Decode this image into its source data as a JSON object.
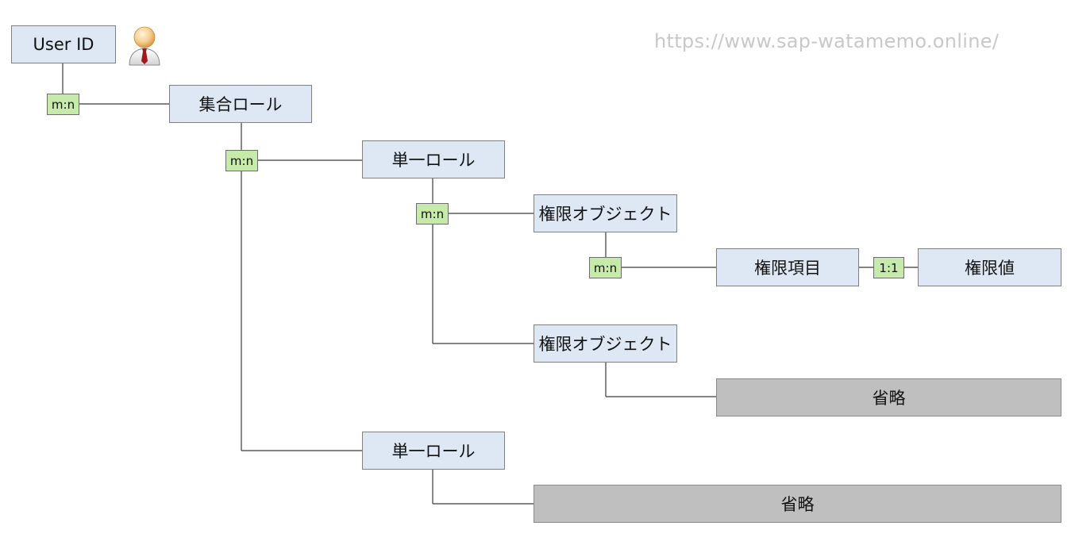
{
  "watermark": "https://www.sap-watamemo.online/",
  "user": {
    "label": "User ID",
    "icon": "user-person-icon"
  },
  "nodes": {
    "composite_role": "集合ロール",
    "single_role_1": "単一ロール",
    "auth_object_1": "権限オブジェクト",
    "auth_field": "権限項目",
    "auth_value": "権限値",
    "auth_object_2": "権限オブジェクト",
    "omitted_1": "省略",
    "single_role_2": "単一ロール",
    "omitted_2": "省略"
  },
  "cardinality": {
    "user_composite": "m:n",
    "composite_single": "m:n",
    "single_object": "m:n",
    "object_field": "m:n",
    "field_value": "1:1"
  },
  "colors": {
    "node_fill": "#dde8f4",
    "omitted_fill": "#bfbfbf",
    "cardinality_fill": "#c6eaa9",
    "watermark": "#c8c8c8"
  }
}
